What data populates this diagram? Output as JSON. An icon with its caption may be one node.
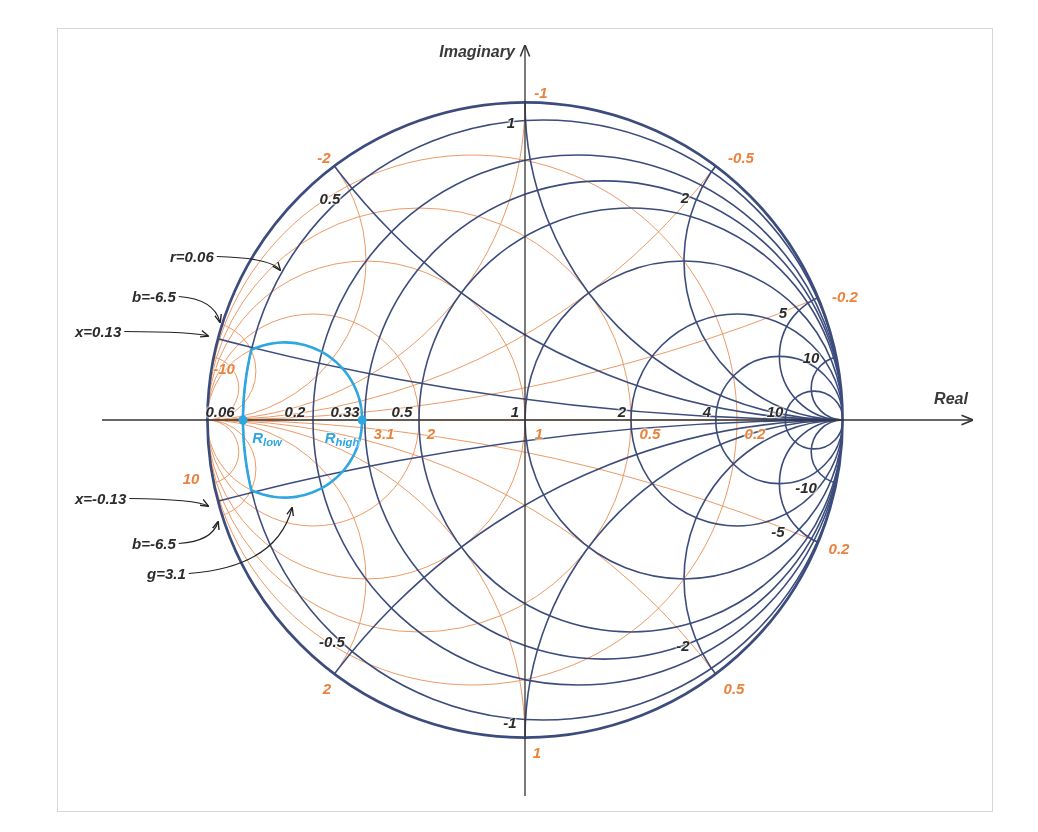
{
  "diagram": {
    "nodes": [
      {
        "text": [
          "r=0.06"
        ]
      },
      {
        "text": [
          "b=-6.5"
        ]
      },
      {
        "text": [
          "x=0.13"
        ]
      },
      {
        "text": [
          "x=-0.13"
        ]
      },
      {
        "text": [
          "b=-6.5"
        ]
      },
      {
        "text": [
          "g=3.1"
        ]
      }
    ],
    "edges": [
      {
        "from": 0,
        "to": null,
        "arrow": "to"
      },
      {
        "from": 1,
        "to": null,
        "arrow": "to"
      },
      {
        "from": 2,
        "to": null,
        "arrow": "to"
      },
      {
        "from": 3,
        "to": null,
        "arrow": "to"
      },
      {
        "from": 4,
        "to": null,
        "arrow": "to"
      },
      {
        "from": 5,
        "to": null,
        "arrow": "to"
      }
    ],
    "labels": [
      "Imaginary",
      "-1",
      "1",
      "-2",
      "-0.5",
      "0.5",
      "2",
      "-0.2",
      "5",
      "-10",
      "10",
      "Real",
      "0.06",
      "0.2",
      "0.33",
      "0.5",
      "1",
      "2",
      "4",
      "10",
      "R$_{low}$",
      "R$_{high}$",
      "3.1",
      "2",
      "1",
      "0.5",
      "0.2",
      "10",
      "-10",
      "-5",
      "0.2",
      "-0.5",
      "-2",
      "2",
      "0.5",
      "-1",
      "1"
    ]
  }
}
